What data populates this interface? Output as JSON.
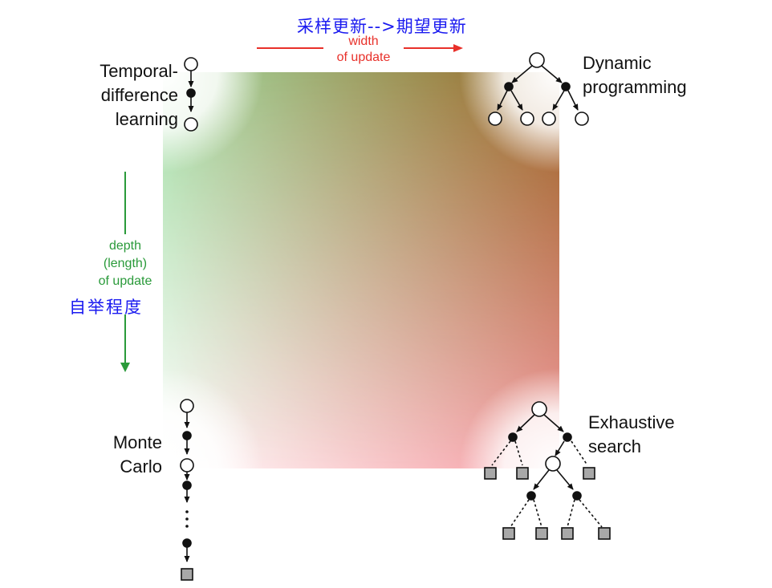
{
  "labels": {
    "top_chinese": "采样更新-->期望更新",
    "left_chinese": "自举程度",
    "width_line1": "width",
    "width_line2": "of update",
    "depth_line1": "depth",
    "depth_line2": "(length)",
    "depth_line3": "of update",
    "td_line1": "Temporal-",
    "td_line2": "difference",
    "td_line3": "learning",
    "dp_line1": "Dynamic",
    "dp_line2": "programming",
    "mc_line1": "Monte",
    "mc_line2": "Carlo",
    "es_line1": "Exhaustive",
    "es_line2": "search"
  },
  "colors": {
    "top_left": "#ffffff",
    "top_right": "#f49aa0",
    "bottom_left": "#a3dca4",
    "bottom_right": "#9a6424",
    "width_arrow": "#e8302a",
    "depth_arrow": "#2a9a3a",
    "chinese_text": "#1a1af0",
    "node_fill_dark": "#111111",
    "leaf_fill": "#a8a8a8"
  }
}
